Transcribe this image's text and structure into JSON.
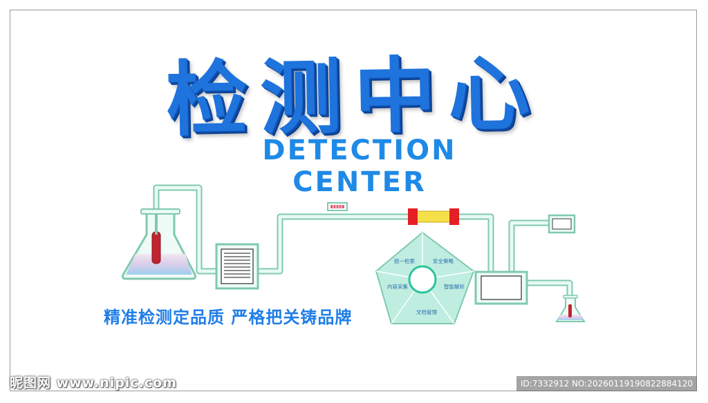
{
  "title": {
    "chinese": "检测中心",
    "english": "DETECTION CENTER"
  },
  "slogan": "精准检测定品质 严格把关铸品牌",
  "pentagon": {
    "labels": [
      "统一检索",
      "安全策略",
      "智能解析",
      "文档管理",
      "内容采集"
    ]
  },
  "watermark": {
    "site": "昵图网 www.nipic.com",
    "id": "ID:7332912 NO:20260119190822884120"
  },
  "colors": {
    "title_blue": "#1f73dc",
    "pipe_fill": "#e4f8f1",
    "pipe_stroke": "#7fc9ae",
    "pentagon_fill": "#bfeee0",
    "liquid_red": "#c0242f"
  }
}
